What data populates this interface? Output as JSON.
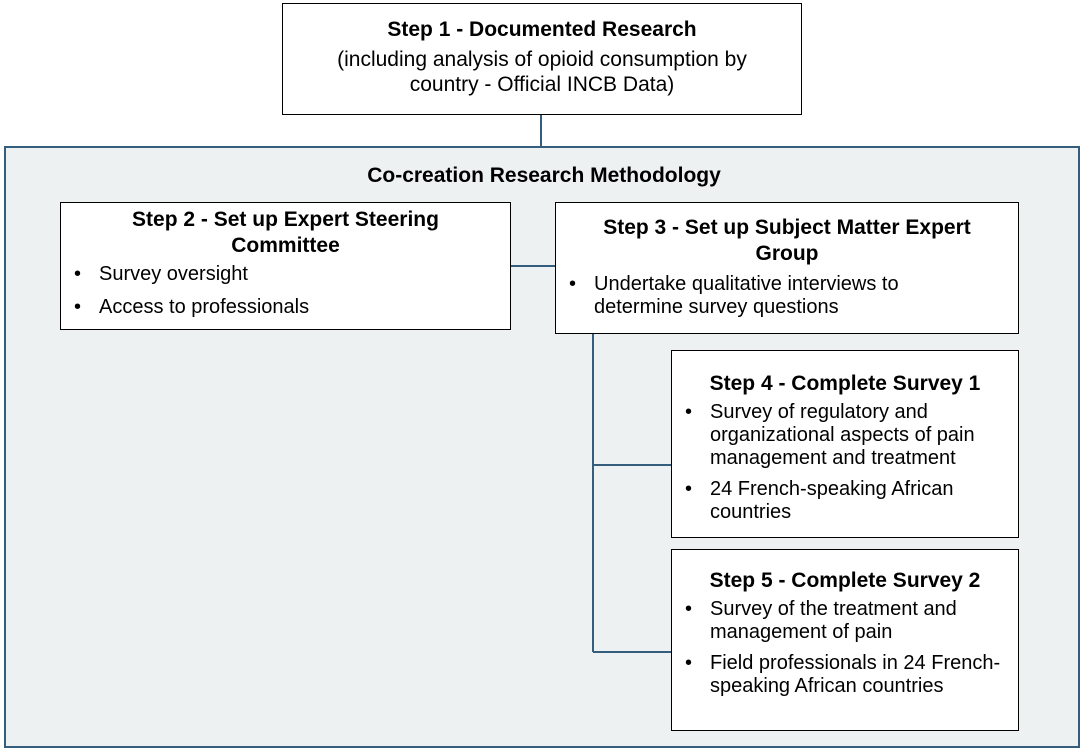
{
  "step1": {
    "title": "Step 1 - Documented Research",
    "subtitle_line1": "(including analysis of opioid consumption by",
    "subtitle_line2": "country  - Official INCB Data)"
  },
  "panel": {
    "title": "Co-creation Research Methodology"
  },
  "step2": {
    "title_line1": "Step 2 - Set up Expert Steering",
    "title_line2": "Committee",
    "bullets": [
      "Survey oversight",
      "Access to professionals"
    ]
  },
  "step3": {
    "title_line1": "Step 3 - Set up Subject Matter Expert",
    "title_line2": "Group",
    "bullets": [
      {
        "line1": "Undertake qualitative interviews to",
        "line2": "determine survey  questions"
      }
    ]
  },
  "step4": {
    "title": "Step 4 - Complete Survey 1",
    "bullets": [
      {
        "line1": "Survey of regulatory and",
        "line2": "organizational aspects of pain",
        "line3": "management and treatment"
      },
      {
        "line1": "24 French-speaking African",
        "line2": "countries"
      }
    ]
  },
  "step5": {
    "title": "Step 5 - Complete Survey 2",
    "bullets": [
      {
        "line1": "Survey of the treatment and",
        "line2": "management of pain"
      },
      {
        "line1": "Field professionals in 24 French-",
        "line2": "speaking African countries"
      }
    ]
  },
  "colors": {
    "panel_bg": "#eef1f2",
    "connector": "#355e7e",
    "box_border": "#000000"
  }
}
